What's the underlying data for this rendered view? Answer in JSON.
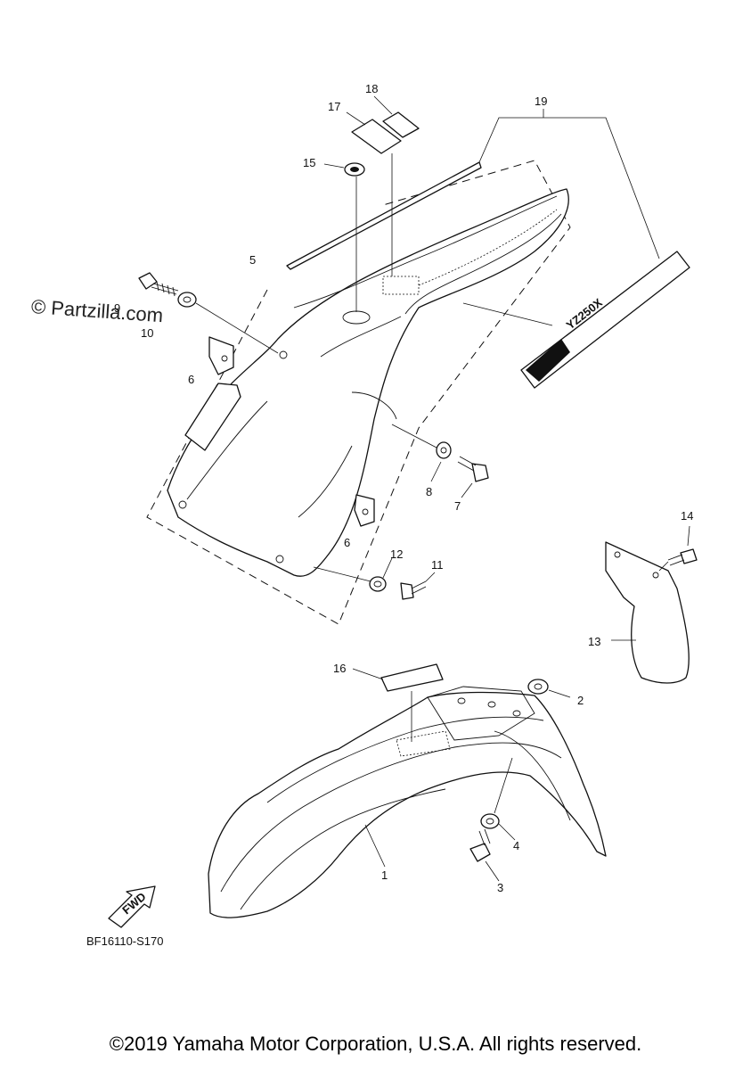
{
  "watermark": "© Partzilla.com",
  "diagram_code": "BF16110-S170",
  "copyright": "©2019 Yamaha Motor Corporation, U.S.A. All rights reserved.",
  "arrow_label": "FWD",
  "decal_text": "YZ250X",
  "callouts": {
    "n1": "1",
    "n2": "2",
    "n3": "3",
    "n4": "4",
    "n5": "5",
    "n6a": "6",
    "n6b": "6",
    "n7": "7",
    "n8": "8",
    "n9": "9",
    "n10": "10",
    "n11": "11",
    "n12": "12",
    "n13": "13",
    "n14": "14",
    "n15": "15",
    "n16": "16",
    "n17": "17",
    "n18": "18",
    "n19": "19"
  }
}
